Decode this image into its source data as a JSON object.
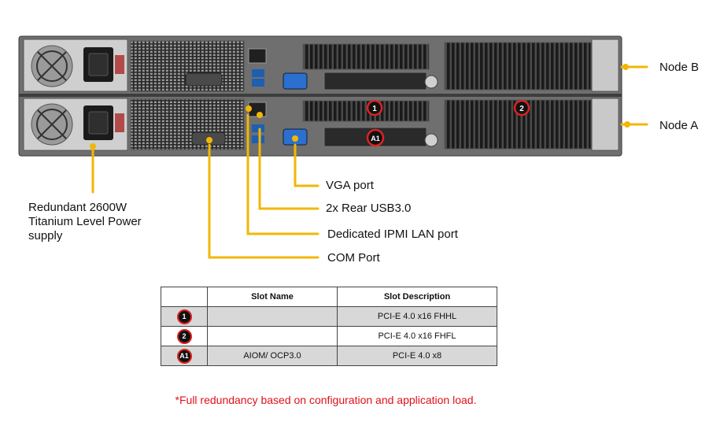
{
  "callouts": {
    "node_b": "Node B",
    "node_a": "Node A",
    "vga": "VGA port",
    "usb": "2x Rear USB3.0",
    "ipmi": "Dedicated IPMI  LAN port",
    "com": "COM Port",
    "psu": "Redundant  2600W Titanium  Level Power supply"
  },
  "slot_labels": {
    "s1": "1",
    "s2": "2",
    "a1": "A1"
  },
  "table": {
    "headers": [
      "",
      "Slot Name",
      "Slot Description"
    ],
    "rows": [
      {
        "badge": "1",
        "name": "",
        "description": "PCI-E 4.0 x16 FHHL"
      },
      {
        "badge": "2",
        "name": "",
        "description": "PCI-E 4.0 x16 FHFL"
      },
      {
        "badge": "A1",
        "name": "AIOM/ OCP3.0",
        "description": "PCI-E 4.0 x8"
      }
    ]
  },
  "footnote": "*Full redundancy based on configuration and application load.",
  "colors": {
    "leader": "#f2b705",
    "badge_ring": "#dd2222",
    "chassis": "#6f6f6f",
    "footnote": "#e0101a"
  }
}
